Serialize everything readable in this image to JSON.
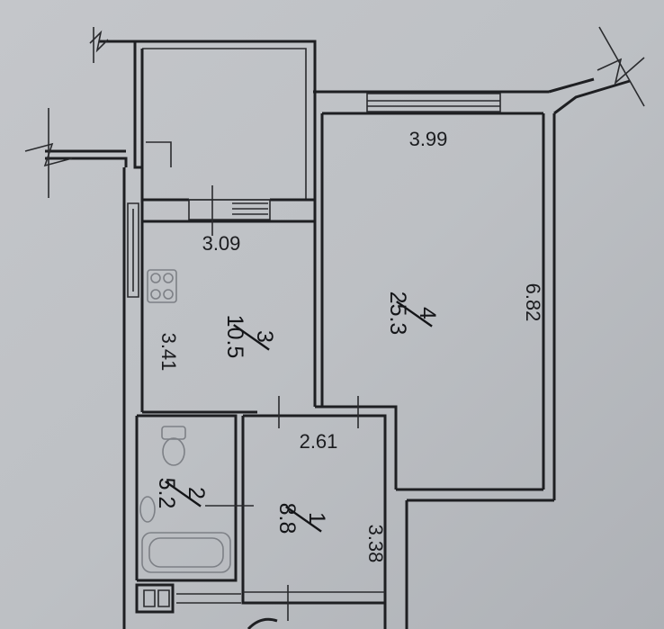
{
  "colors": {
    "background": "#b9bcc1",
    "paper_light": "#d2d4d8",
    "wall": "#1e1f22",
    "fixture": "#7d8086"
  },
  "dimensions": {
    "living_width": "3.99",
    "living_length": "6.82",
    "kitchen_width": "3.09",
    "kitchen_length": "3.41",
    "hall_width": "2.61",
    "hall_length": "3.38"
  },
  "rooms": {
    "kitchen": {
      "number": "3",
      "area": "10.5"
    },
    "living": {
      "number": "4",
      "area": "25.3"
    },
    "bathroom": {
      "number": "2",
      "area": "5.2"
    },
    "hall": {
      "number": "1",
      "area": "8.8"
    }
  },
  "icons": [
    "stove-icon",
    "toilet-icon",
    "sink-icon",
    "bathtub-icon"
  ]
}
